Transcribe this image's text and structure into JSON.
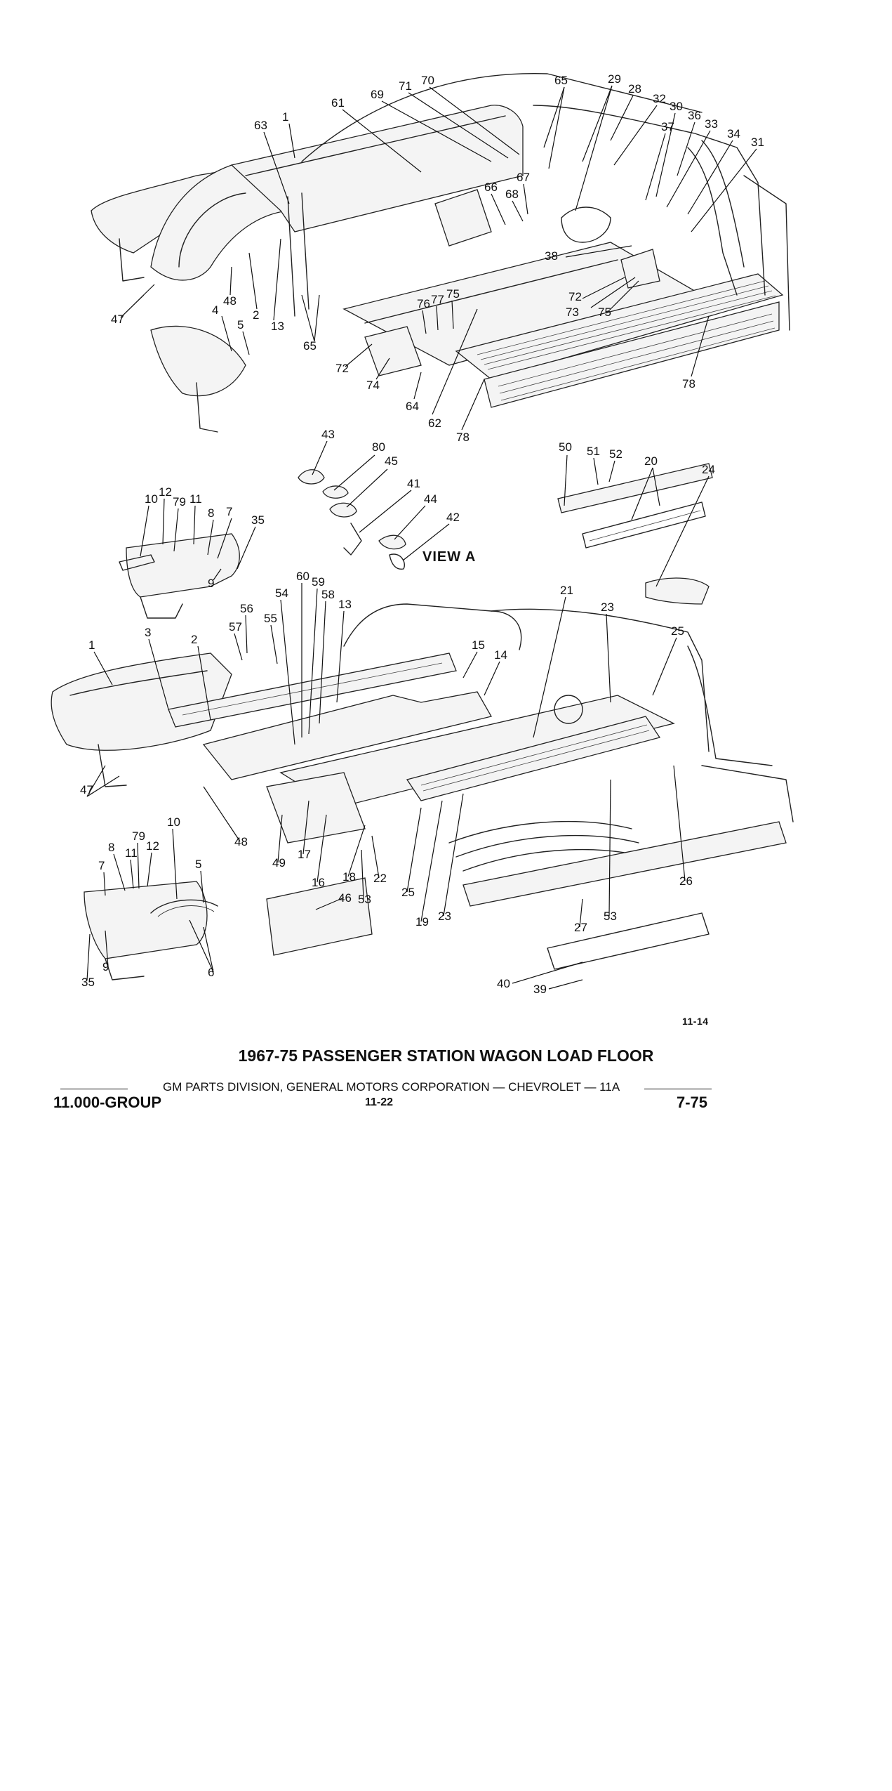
{
  "figure": {
    "title": "1967-75 PASSENGER STATION WAGON LOAD FLOOR",
    "figure_number": "11-14",
    "view_label": "VIEW A"
  },
  "footer": {
    "division_line": "GM PARTS DIVISION, GENERAL MOTORS CORPORATION — CHEVROLET — 11A",
    "group": "11.000-GROUP",
    "page": "11-22",
    "date": "7-75"
  },
  "callouts": {
    "upper": [
      "1",
      "61",
      "63",
      "69",
      "70",
      "71",
      "65",
      "29",
      "28",
      "32",
      "30",
      "36",
      "37",
      "33",
      "34",
      "31",
      "66",
      "67",
      "68",
      "38",
      "72",
      "73",
      "75",
      "76",
      "77",
      "75",
      "47",
      "48",
      "4",
      "5",
      "2",
      "13",
      "65",
      "72",
      "74",
      "64",
      "62",
      "78",
      "78"
    ],
    "view_a": [
      "43",
      "80",
      "45",
      "41",
      "44",
      "42",
      "50",
      "51",
      "52",
      "20",
      "24"
    ],
    "detail_left_top": [
      "10",
      "12",
      "79",
      "11",
      "8",
      "7",
      "35",
      "9"
    ],
    "lower": [
      "1",
      "3",
      "2",
      "57",
      "56",
      "55",
      "54",
      "60",
      "59",
      "58",
      "13",
      "15",
      "14",
      "21",
      "23",
      "25",
      "47",
      "48",
      "49",
      "17",
      "16",
      "18",
      "22",
      "53",
      "25",
      "19",
      "23",
      "53",
      "26",
      "27",
      "46",
      "40",
      "39"
    ],
    "detail_left_bottom": [
      "8",
      "79",
      "12",
      "11",
      "10",
      "7",
      "5",
      "35",
      "9",
      "6"
    ]
  }
}
